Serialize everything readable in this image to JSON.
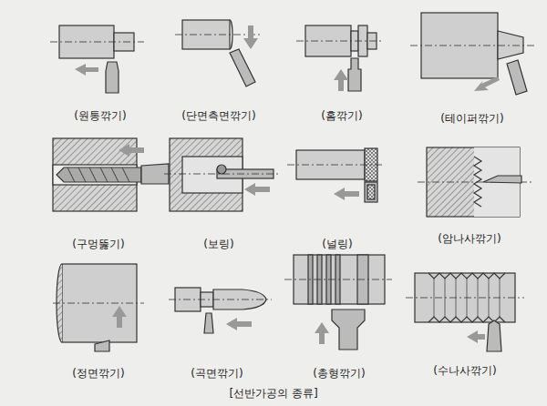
{
  "diagram": {
    "caption": "[선반가공의 종류]",
    "labels": [
      "(원통깎기)",
      "(단면측면깎기)",
      "(홈깎기)",
      "(테이퍼깎기)",
      "(구멍뚫기)",
      "(보링)",
      "(널링)",
      "(암나사깎기)",
      "(정면깎기)",
      "(곡면깎기)",
      "(총형깎기)",
      "(수나사깎기)"
    ]
  }
}
